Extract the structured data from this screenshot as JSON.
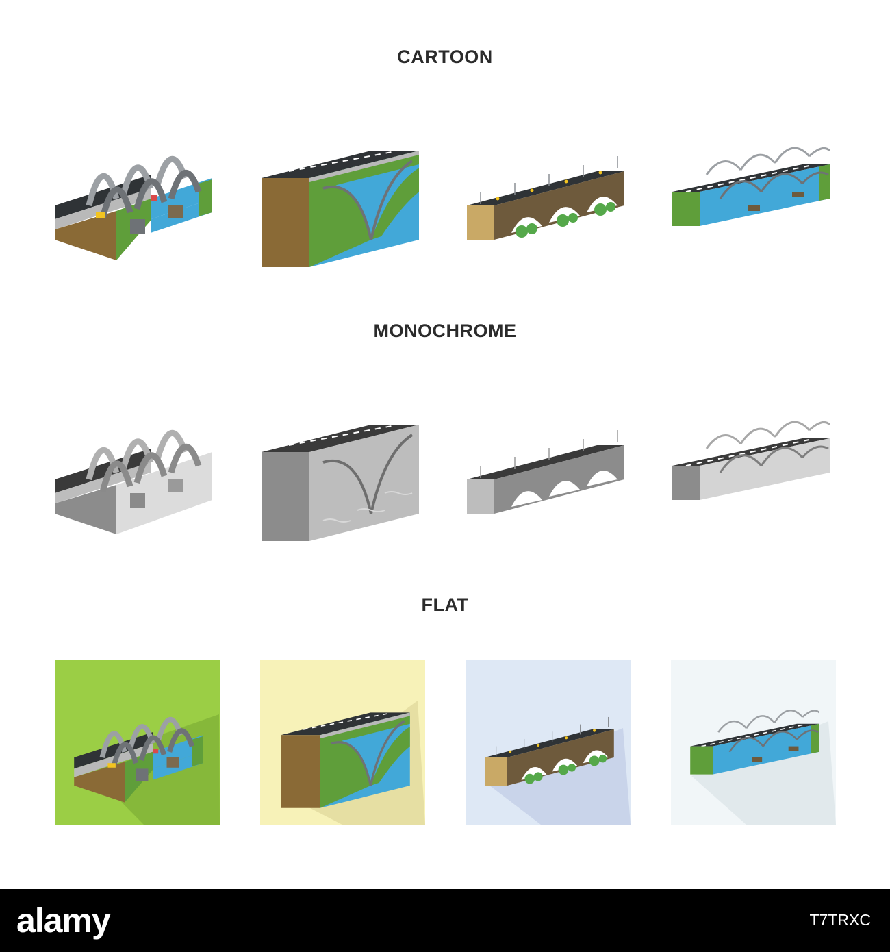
{
  "sections": [
    {
      "label": "CARTOON"
    },
    {
      "label": "MONOCHROME"
    },
    {
      "label": "FLAT"
    }
  ],
  "icons": [
    {
      "name": "arch-bridge-icon"
    },
    {
      "name": "single-arch-bridge-icon"
    },
    {
      "name": "stone-arch-bridge-icon"
    },
    {
      "name": "tied-arch-bridge-icon"
    }
  ],
  "colors": {
    "road": "#2f3336",
    "water": "#42a8d8",
    "grass": "#5f9e3a",
    "earth": "#8a6a36",
    "steel": "#8b8f94",
    "flat_bg_1": "#9bce45",
    "flat_bg_2": "#f7f2b8",
    "flat_bg_3": "#dee8f5",
    "flat_bg_4": "#f1f6f8"
  },
  "footer": {
    "logo": "alamy",
    "image_id": "T7TRXC"
  }
}
